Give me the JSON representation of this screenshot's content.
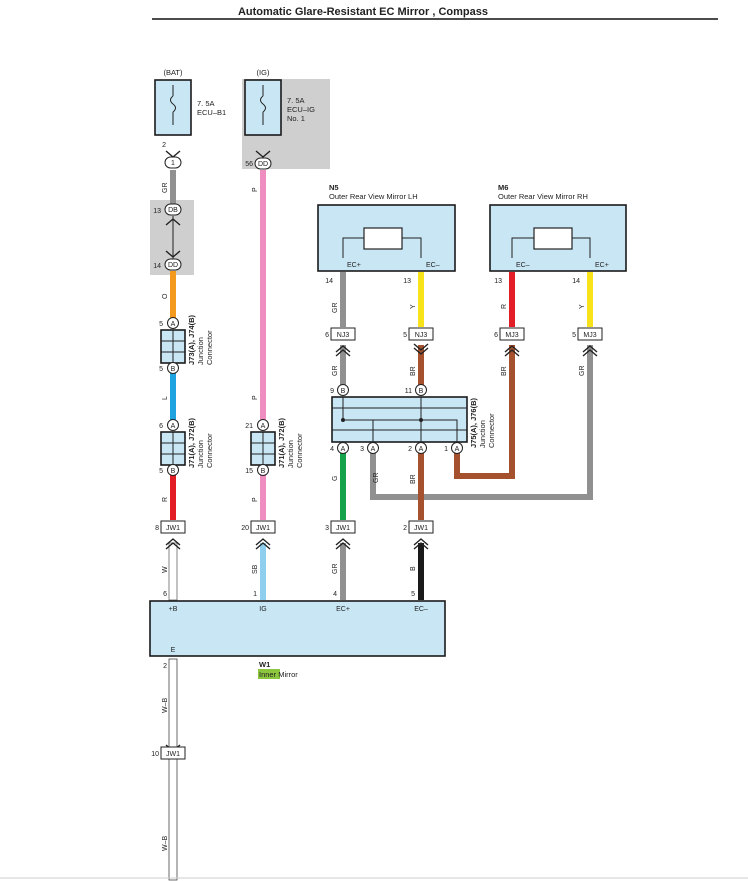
{
  "title": "Automatic Glare-Resistant EC Mirror , Compass",
  "fuses": {
    "bat": {
      "source": "(BAT)",
      "rating": "7. 5A",
      "name": "ECU–B1",
      "pin_top": "2",
      "connector": "1"
    },
    "ig": {
      "source": "(IG)",
      "rating": "7. 5A",
      "name1": "ECU–IG",
      "name2": "No. 1",
      "pin": "56",
      "connector": "DD"
    }
  },
  "db_block": {
    "pin_top": "13",
    "top": "DB",
    "pin_bottom": "14",
    "bottom": "DD"
  },
  "junctions": {
    "j73": {
      "label": "J73(A), J74(B)",
      "sub1": "Junction",
      "sub2": "Connector",
      "pin_a": "5",
      "pin_b": "5",
      "a": "A",
      "b": "B"
    },
    "j71l": {
      "label": "J71(A), J72(B)",
      "sub1": "Junction",
      "sub2": "Connector",
      "pin_a": "6",
      "pin_b": "5",
      "a": "A",
      "b": "B"
    },
    "j71r": {
      "label": "J71(A), J72(B)",
      "sub1": "Junction",
      "sub2": "Connector",
      "pin_a": "21",
      "pin_b": "15",
      "a": "A",
      "b": "B"
    },
    "j75": {
      "label": "J75(A), J76(B)",
      "sub1": "Junction",
      "sub2": "Connector",
      "top_pins": [
        "9",
        "11"
      ],
      "bottom_pins": [
        "4",
        "3",
        "2",
        "1"
      ],
      "a": "A",
      "b": "B"
    }
  },
  "mirrors": {
    "lh": {
      "id": "N5",
      "name": "Outer Rear View Mirror LH",
      "left_term": "EC+",
      "right_term": "EC–",
      "left_pin": "14",
      "right_pin": "13",
      "left_wire": "GR",
      "right_wire": "Y",
      "left_conn_pin": "6",
      "right_conn_pin": "5",
      "conn": "NJ3",
      "below_left": "GR",
      "below_right": "BR"
    },
    "rh": {
      "id": "M6",
      "name": "Outer Rear View Mirror RH",
      "left_term": "EC–",
      "right_term": "EC+",
      "left_pin": "13",
      "right_pin": "14",
      "left_wire": "R",
      "right_wire": "Y",
      "left_conn_pin": "6",
      "right_conn_pin": "5",
      "conn": "MJ3",
      "below_left": "BR",
      "below_right": "GR"
    }
  },
  "wires": {
    "gr_top": "GR",
    "o": "O",
    "l": "L",
    "r": "R",
    "w": "W",
    "p1": "P",
    "p2": "P",
    "p3": "P",
    "sb": "SB",
    "g": "G",
    "gr_mid": "GR",
    "br_mid": "BR",
    "gr_low": "GR",
    "b": "B",
    "wb1": "W–B",
    "wb2": "W–B"
  },
  "jw1": {
    "label": "JW1",
    "pins": [
      "8",
      "20",
      "3",
      "2"
    ],
    "bottom_pin": "10"
  },
  "inner_mirror": {
    "id": "W1",
    "name_highlight": "Inner",
    "name_rest": " Mirror",
    "pins": [
      "6",
      "1",
      "4",
      "5"
    ],
    "terms": [
      "+B",
      "IG",
      "EC+",
      "EC–"
    ],
    "ground_term": "E",
    "ground_pin": "2"
  },
  "colors": {
    "gray": "#909090",
    "orange": "#f39a1e",
    "blue": "#1ea2e0",
    "red": "#e21d25",
    "white": "#ffffff",
    "pink": "#ef8cc0",
    "skyblue": "#8ecfee",
    "yellow": "#f8e21a",
    "brown": "#a5512d",
    "green": "#16a24a",
    "black": "#1a1a1a",
    "box": "#c8e6f4",
    "highlight": "#8cc63f"
  }
}
